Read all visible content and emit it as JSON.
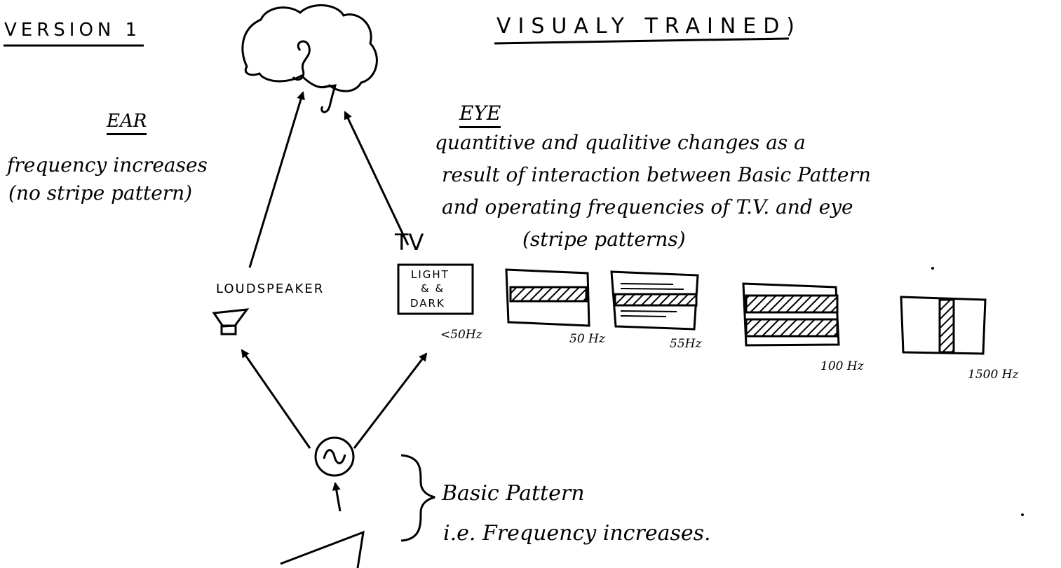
{
  "header": {
    "version_label": "VERSION 1",
    "mode_label": "VISUALY TRAINED)"
  },
  "ear": {
    "title": "EAR",
    "note_line1": "frequency increases",
    "note_line2": "(no stripe pattern)"
  },
  "eye": {
    "title": "EYE",
    "desc_line1": "quantitive and qualitive changes as a",
    "desc_line2": "result of interaction between Basic Pattern",
    "desc_line3": "and operating frequencies of T.V. and eye",
    "desc_line4": "(stripe patterns)"
  },
  "devices": {
    "loudspeaker_label": "LOUDSPEAKER",
    "tv_label": "TV",
    "tv_screen_line1": "LIGHT",
    "tv_screen_line2": "& &",
    "tv_screen_line3": "DARK"
  },
  "panels": [
    {
      "freq_label": "<50Hz"
    },
    {
      "freq_label": "50 Hz"
    },
    {
      "freq_label": "55Hz"
    },
    {
      "freq_label": "100 Hz"
    },
    {
      "freq_label": "1500 Hz"
    }
  ],
  "basic_pattern": {
    "line1": "Basic Pattern",
    "line2": "i.e. Frequency increases."
  },
  "oscillator_symbol": "~",
  "colors": {
    "ink": "#000000",
    "paper": "#ffffff"
  }
}
